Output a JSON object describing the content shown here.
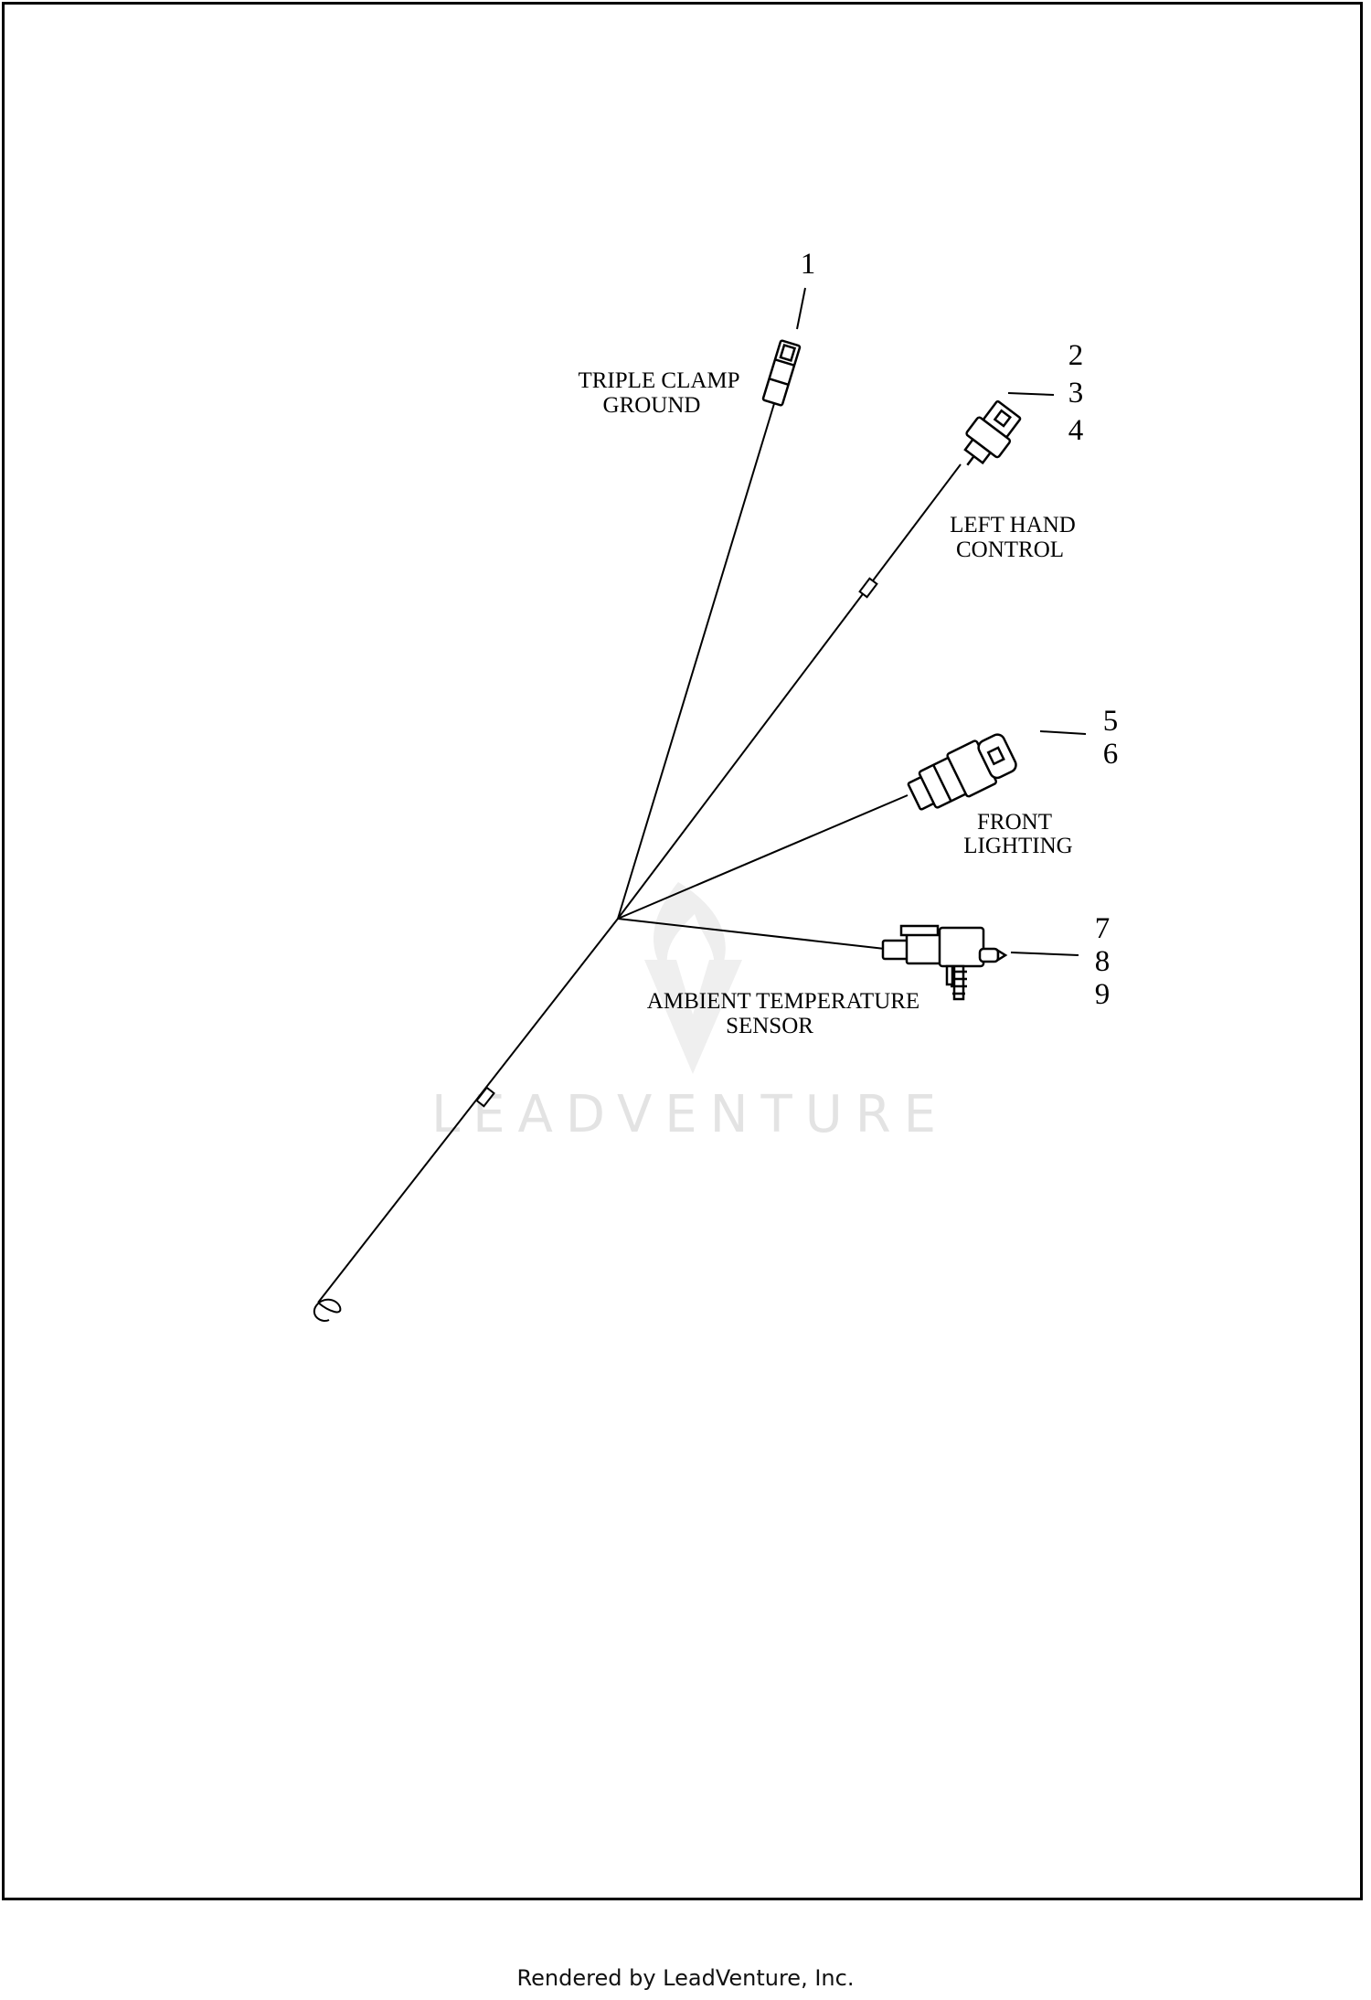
{
  "watermark": {
    "text": "LEADVENTURE"
  },
  "callouts": [
    {
      "id": "1",
      "numbers": [
        "1"
      ],
      "label": [
        "TRIPLE CLAMP",
        "GROUND"
      ]
    },
    {
      "id": "2",
      "numbers": [
        "2",
        "3",
        "4"
      ],
      "label": [
        "LEFT HAND",
        "CONTROL"
      ]
    },
    {
      "id": "3",
      "numbers": [
        "5",
        "6"
      ],
      "label": [
        "FRONT",
        "LIGHTING"
      ]
    },
    {
      "id": "4",
      "numbers": [
        "7",
        "8",
        "9"
      ],
      "label": [
        "AMBIENT TEMPERATURE",
        "SENSOR"
      ]
    }
  ],
  "footer": {
    "text": "Rendered by LeadVenture, Inc."
  }
}
